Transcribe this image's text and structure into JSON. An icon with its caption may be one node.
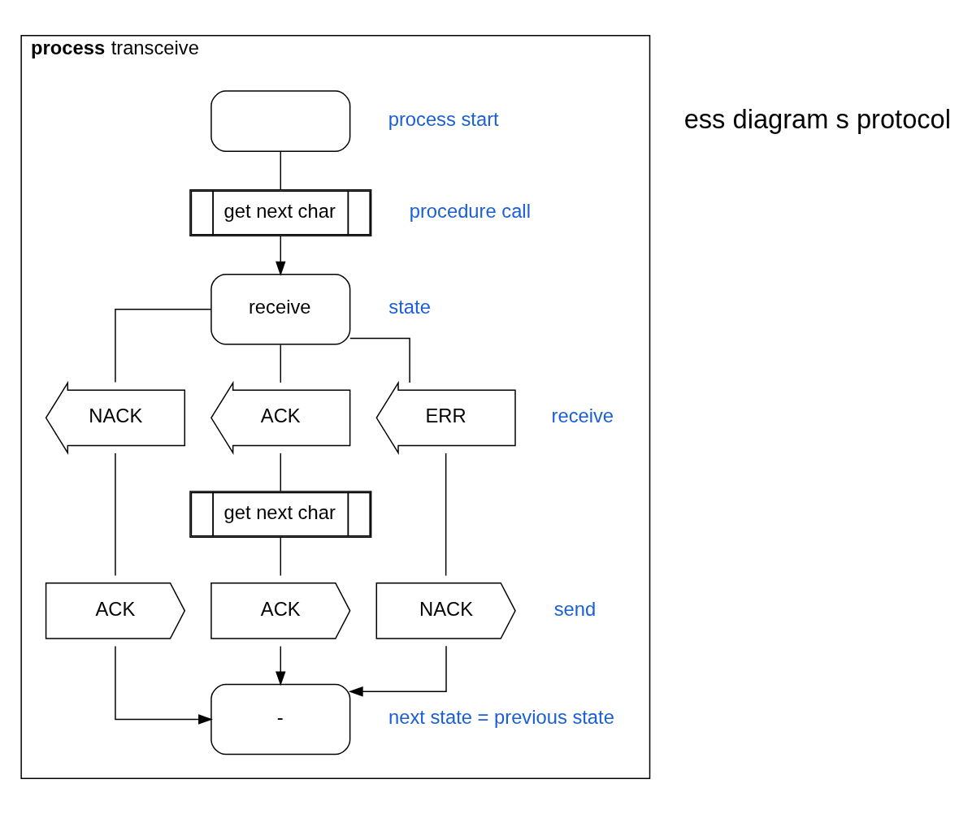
{
  "diagram": {
    "nodes": [
      {
        "text": [
          "**process** transceive"
        ]
      },
      {
        "text": [],
        "shape": "stadium",
        "in": 0,
        "beside": [
          "process start"
        ]
      },
      {
        "text": [
          "get next char"
        ],
        "in": 0,
        "beside": [
          "procedure call"
        ]
      },
      {
        "text": [
          "receive"
        ],
        "in": 0,
        "beside": [
          "state"
        ]
      },
      {
        "text": [
          "NACK"
        ],
        "in": 0
      },
      {
        "text": [
          "ACK"
        ],
        "in": 0
      },
      {
        "text": [
          "ERR"
        ],
        "in": 0,
        "beside": [
          "receive"
        ]
      },
      {
        "text": [
          "get next char"
        ],
        "in": 0
      },
      {
        "text": [
          "ACK"
        ],
        "in": 0
      },
      {
        "text": [
          "ACK"
        ],
        "in": 0
      },
      {
        "text": [
          "NACK"
        ],
        "in": 0,
        "beside": [
          "send"
        ]
      },
      {
        "text": [
          "-"
        ],
        "in": 0,
        "beside": [
          "next state = previous state"
        ]
      }
    ],
    "edges": [
      {
        "from": 1,
        "to": 2,
        "arrow": "none"
      },
      {
        "from": 2,
        "to": 3,
        "arrow": "to"
      },
      {
        "from": 3,
        "to": 4,
        "arrow": "none"
      },
      {
        "from": 3,
        "to": 5,
        "arrow": "none"
      },
      {
        "from": 3,
        "to": 6,
        "arrow": "none"
      },
      {
        "from": 4,
        "to": 8,
        "arrow": "none"
      },
      {
        "from": 5,
        "to": 7,
        "arrow": "none"
      },
      {
        "from": 7,
        "to": 9,
        "arrow": "none"
      },
      {
        "from": 6,
        "to": 10,
        "arrow": "none"
      },
      {
        "from": 8,
        "to": 11,
        "arrow": "to"
      },
      {
        "from": 9,
        "to": 11,
        "arrow": "to"
      },
      {
        "from": 10,
        "to": 11,
        "arrow": "to"
      }
    ],
    "labels": [
      "ess diagram s protocol"
    ]
  }
}
